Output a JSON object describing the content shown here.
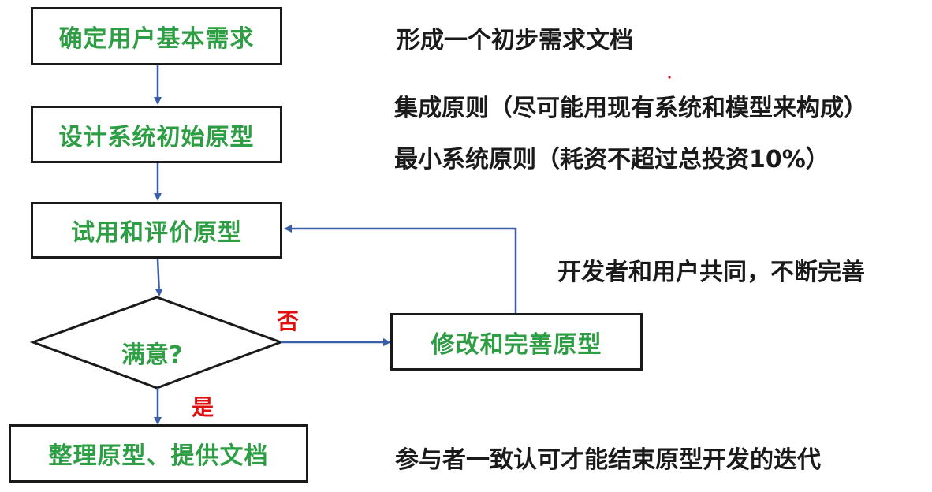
{
  "steps": {
    "step1": "确定用户基本需求",
    "step2": "设计系统初始原型",
    "step3": "试用和评价原型",
    "decision": "满意?",
    "modify": "修改和完善原型",
    "final": "整理原型、提供文档"
  },
  "branches": {
    "no": "否",
    "yes": "是"
  },
  "notes": {
    "note1": "形成一个初步需求文档",
    "note2": "集成原则（尽可能用现有系统和模型来构成）",
    "note3": "最小系统原则（耗资不超过总投资10%）",
    "note4": "开发者和用户共同，不断完善",
    "note5": "参与者一致认可才能结束原型开发的迭代"
  },
  "colors": {
    "box_text": "#2e9e44",
    "note_text": "#1a1a1a",
    "branch_text": "#e01010",
    "arrow": "#3a5fa8",
    "border": "#1a1a1a"
  }
}
